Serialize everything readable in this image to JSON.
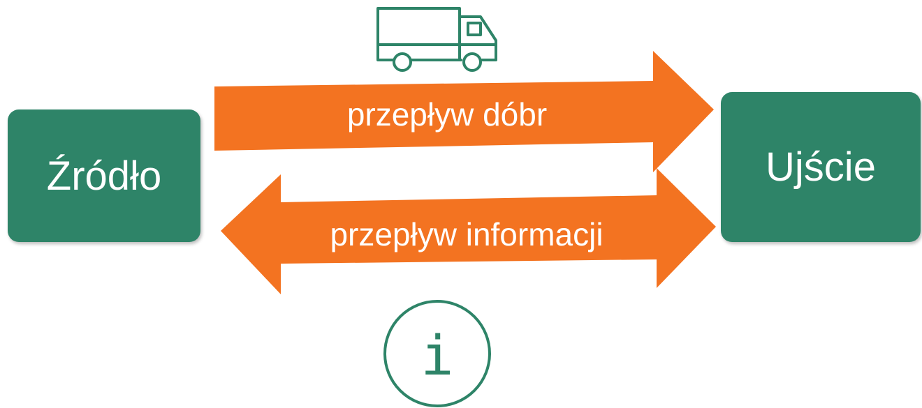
{
  "nodes": {
    "source": {
      "label": "Źródło"
    },
    "sink": {
      "label": "Ujście"
    }
  },
  "arrows": {
    "goods": {
      "label": "przepływ dóbr",
      "direction": "right"
    },
    "information": {
      "label": "przepływ informacji",
      "direction": "both"
    }
  },
  "icons": {
    "goods_icon": "truck-icon",
    "info_icon": "info-icon",
    "info_glyph": "i"
  },
  "colors": {
    "node_fill": "#2e8468",
    "arrow_fill": "#f37321",
    "text_on_fill": "#ffffff",
    "icon_stroke": "#2e8468"
  }
}
